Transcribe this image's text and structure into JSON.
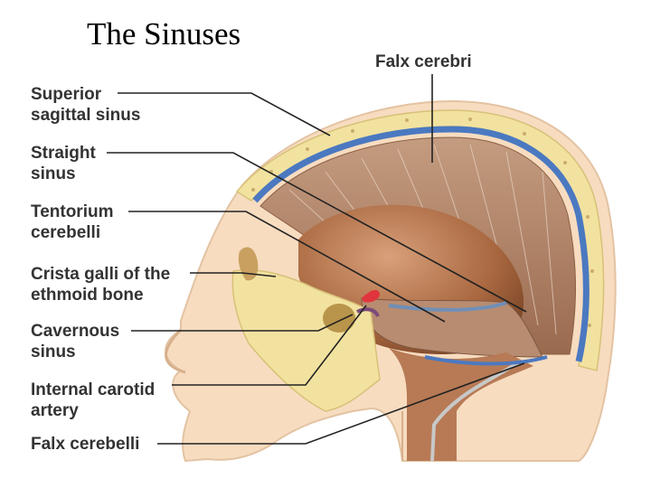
{
  "title": "The Sinuses",
  "labels": {
    "falx_cerebri": "Falx cerebri",
    "superior_sagittal": [
      "Superior",
      "sagittal sinus"
    ],
    "straight": [
      "Straight",
      "sinus"
    ],
    "tentorium": [
      "Tentorium",
      "cerebelli"
    ],
    "crista_galli": [
      "Crista galli of the",
      "ethmoid bone"
    ],
    "cavernous": [
      "Cavernous",
      "sinus"
    ],
    "carotid": [
      "Internal carotid",
      "artery"
    ],
    "falx_cerebelli": "Falx cerebelli"
  },
  "colors": {
    "skin": "#f7dcc0",
    "bone": "#f2e2a0",
    "falx": "#b88a6a",
    "sinus": "#4b79c0",
    "brain_hollow": "#a8673f",
    "artery": "#e0353c"
  }
}
